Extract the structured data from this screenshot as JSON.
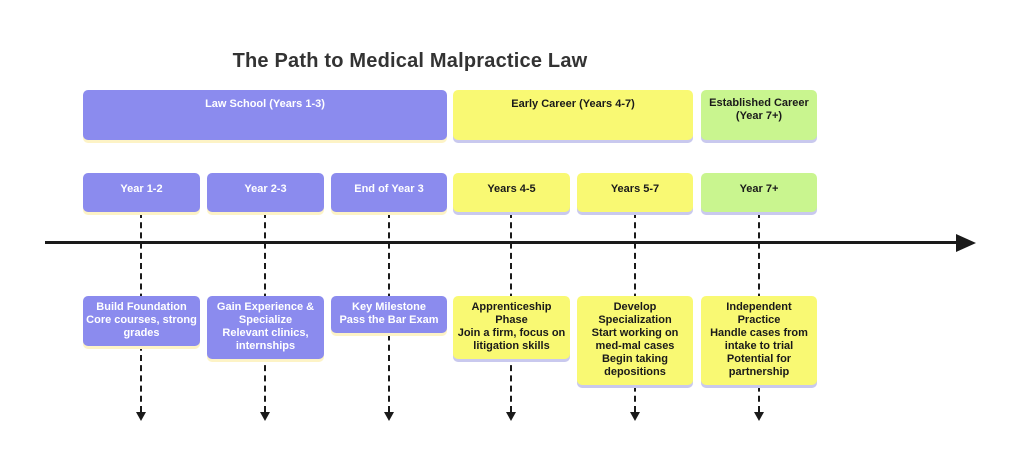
{
  "title": "The Path to Medical Malpractice Law",
  "colors": {
    "section_purple": "#8b8bee",
    "section_yellow": "#f9f973",
    "section_green": "#c9f58f",
    "text_on_purple": "#ffffff",
    "text_dark": "#1a1a1a",
    "title_text": "#333333",
    "axis": "#1a1a1a",
    "shadow_cream": "#fdf3c6",
    "shadow_lavender": "#c9c9ee"
  },
  "sections": [
    {
      "label": "Law School (Years 1-3)"
    },
    {
      "label": "Early Career (Years 4-7)"
    },
    {
      "label": "Established Career\n(Year 7+)"
    }
  ],
  "periods": [
    {
      "label": "Year 1-2"
    },
    {
      "label": "Year 2-3"
    },
    {
      "label": "End of Year 3"
    },
    {
      "label": "Years 4-5"
    },
    {
      "label": "Years 5-7"
    },
    {
      "label": "Year 7+"
    }
  ],
  "events": [
    {
      "text": "Build Foundation\nCore courses, strong\ngrades"
    },
    {
      "text": "Gain Experience &\nSpecialize\nRelevant clinics,\ninternships"
    },
    {
      "text": "Key Milestone\nPass the Bar Exam"
    },
    {
      "text": "Apprenticeship\nPhase\nJoin a firm, focus on\nlitigation skills"
    },
    {
      "text": "Develop\nSpecialization\nStart working on\nmed-mal cases\nBegin taking\ndepositions"
    },
    {
      "text": "Independent\nPractice\nHandle cases from\nintake to trial\nPotential for\npartnership"
    }
  ]
}
